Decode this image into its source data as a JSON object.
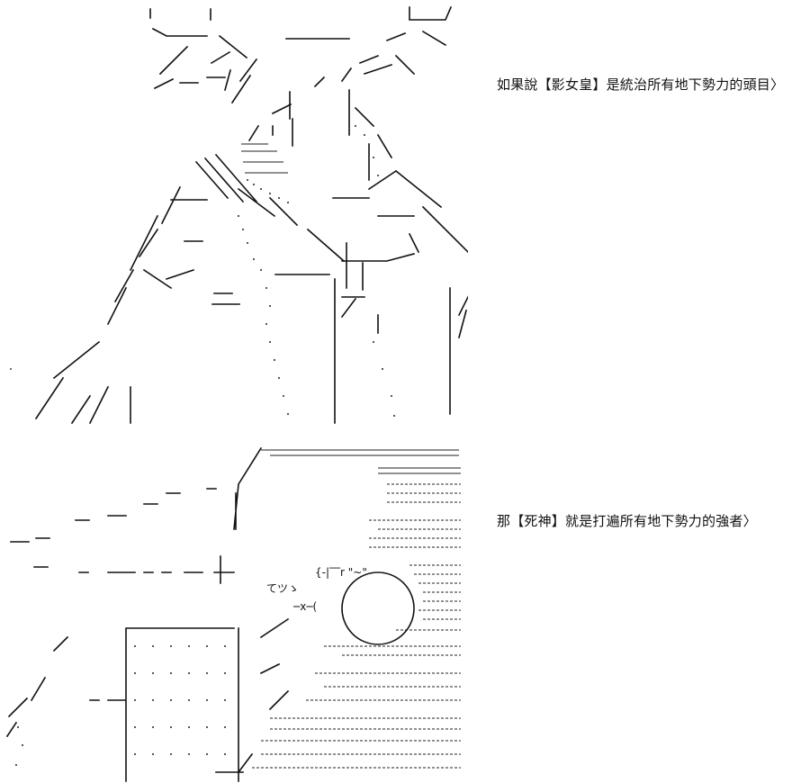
{
  "panels": [
    {
      "caption": "如果說【影女皇】是統治所有地下勢力的頭目〉"
    },
    {
      "caption": "那【死神】就是打遍所有地下勢力的強者〉",
      "art_text": "てツゝ"
    }
  ]
}
